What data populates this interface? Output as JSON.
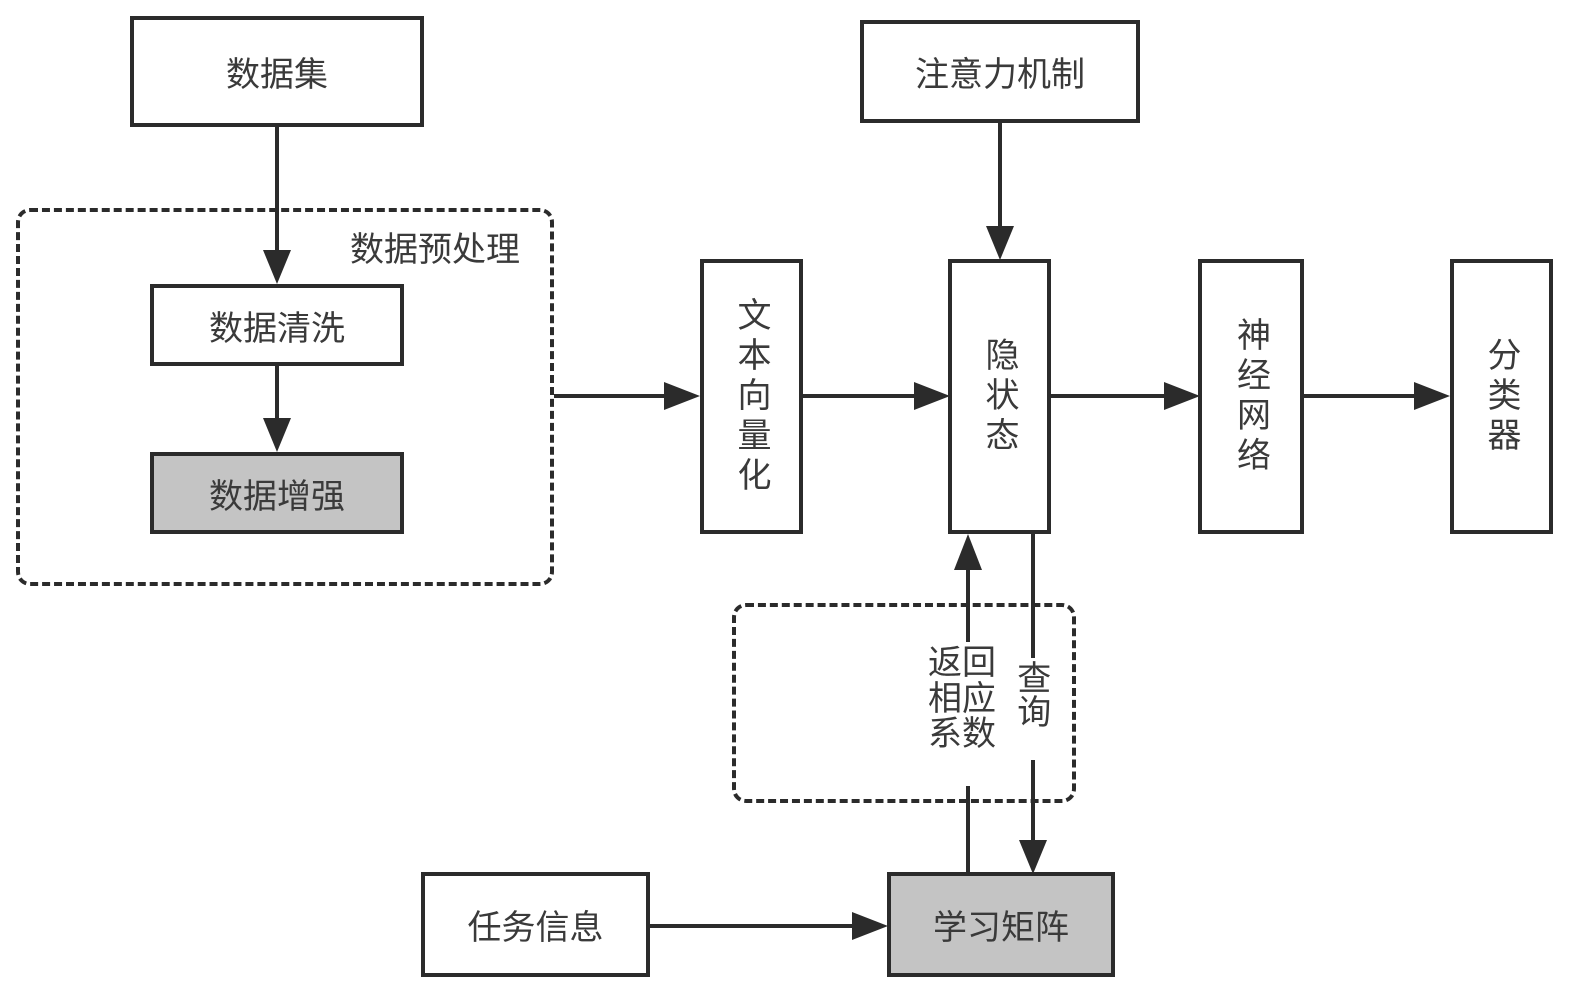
{
  "diagram": {
    "nodes": {
      "dataset": "数据集",
      "data_cleaning": "数据清洗",
      "data_augmentation": "数据增强",
      "text_vectorization": "文本向量化",
      "attention_mechanism": "注意力机制",
      "hidden_state": "隐状态",
      "neural_network": "神经网络",
      "classifier": "分类器",
      "task_info": "任务信息",
      "learning_matrix": "学习矩阵"
    },
    "groups": {
      "preprocessing": "数据预处理"
    },
    "edge_labels": {
      "return_coefficients": "返回相应系数",
      "query": "查询"
    },
    "edges": [
      {
        "from": "dataset",
        "to": "data_cleaning"
      },
      {
        "from": "data_cleaning",
        "to": "data_augmentation"
      },
      {
        "from": "preprocessing",
        "to": "text_vectorization"
      },
      {
        "from": "text_vectorization",
        "to": "hidden_state"
      },
      {
        "from": "attention_mechanism",
        "to": "hidden_state"
      },
      {
        "from": "hidden_state",
        "to": "neural_network"
      },
      {
        "from": "neural_network",
        "to": "classifier"
      },
      {
        "from": "hidden_state",
        "to": "learning_matrix",
        "label": "query"
      },
      {
        "from": "learning_matrix",
        "to": "hidden_state",
        "label": "return_coefficients"
      },
      {
        "from": "task_info",
        "to": "learning_matrix"
      }
    ],
    "colors": {
      "stroke": "#2b2b2b",
      "shaded_fill": "#c4c4c4",
      "text": "#3a3a3a"
    }
  }
}
